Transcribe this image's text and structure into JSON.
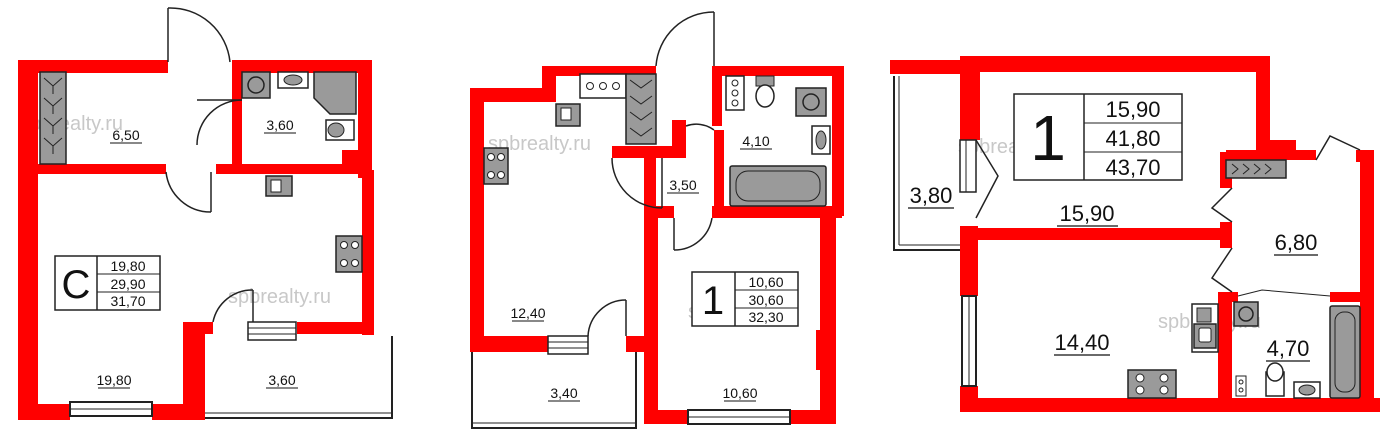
{
  "watermark": "spbrealty.ru",
  "colors": {
    "wall": "#ff0000",
    "fixture": "#9a9a9a",
    "line": "#222222"
  },
  "plans": [
    {
      "unit_type": "С",
      "areas": [
        "19,80",
        "29,90",
        "31,70"
      ],
      "rooms": [
        {
          "name": "room-hall",
          "area": "6,50"
        },
        {
          "name": "room-bath",
          "area": "3,60"
        },
        {
          "name": "room-main",
          "area": "19,80"
        },
        {
          "name": "room-balcony",
          "area": "3,60"
        }
      ]
    },
    {
      "unit_type": "1",
      "areas": [
        "10,60",
        "30,60",
        "32,30"
      ],
      "rooms": [
        {
          "name": "room-kitchen",
          "area": "12,40"
        },
        {
          "name": "room-hall",
          "area": "3,50"
        },
        {
          "name": "room-bath",
          "area": "4,10"
        },
        {
          "name": "room-bedroom",
          "area": "10,60"
        },
        {
          "name": "room-balcony",
          "area": "3,40"
        }
      ]
    },
    {
      "unit_type": "1",
      "areas": [
        "15,90",
        "41,80",
        "43,70"
      ],
      "rooms": [
        {
          "name": "room-balcony",
          "area": "3,80"
        },
        {
          "name": "room-living",
          "area": "15,90"
        },
        {
          "name": "room-hall",
          "area": "6,80"
        },
        {
          "name": "room-kitchen",
          "area": "14,40"
        },
        {
          "name": "room-bath",
          "area": "4,70"
        }
      ]
    }
  ]
}
